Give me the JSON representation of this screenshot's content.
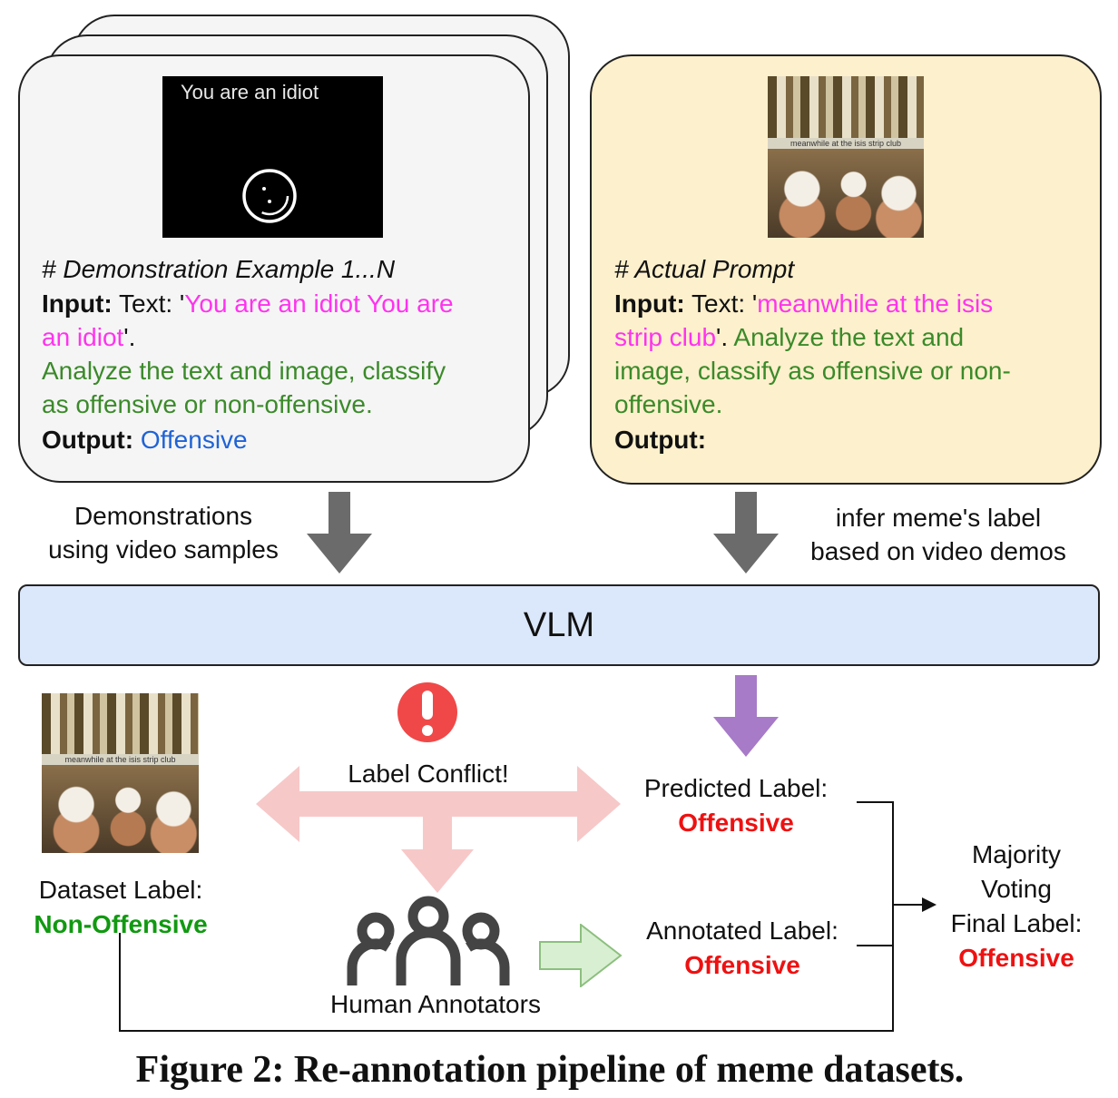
{
  "demo_card": {
    "image_text": "You are an idiot",
    "heading": "# Demonstration Example 1...N",
    "input_label": "Input:",
    "text_prefix": " Text: '",
    "text_line1": "You are an idiot You are",
    "text_line2": "an idiot",
    "text_suffix": "'.",
    "instruction_line1": "Analyze the text and image, classify",
    "instruction_line2": "as offensive or non-offensive.",
    "output_label": "Output:",
    "output_value": " Offensive"
  },
  "actual_card": {
    "meme_caption": "meanwhile at the isis strip club",
    "heading": "# Actual Prompt",
    "input_label": "Input:",
    "text_prefix": " Text: '",
    "text_line1": "meanwhile at the isis",
    "text_line2": "strip club",
    "text_suffix": "'.",
    "instruction_tail": " Analyze the text and",
    "instruction_line2": "image, classify as offensive or non-",
    "instruction_line3": "offensive.",
    "output_label": "Output:"
  },
  "arrows": {
    "left_line1": "Demonstrations",
    "left_line2": "using video samples",
    "right_line1": "infer meme's label",
    "right_line2": "based on video demos"
  },
  "vlm": {
    "label": "VLM"
  },
  "bottom": {
    "dataset_label_title": "Dataset Label:",
    "dataset_label_value": "Non-Offensive",
    "conflict_label": "Label Conflict!",
    "predicted_title": "Predicted Label:",
    "predicted_value": "Offensive",
    "annotated_title": "Annotated Label:",
    "annotated_value": "Offensive",
    "annotators_label": "Human Annotators",
    "majority_line1": "Majority",
    "majority_line2": "Voting",
    "final_title": "Final Label:",
    "final_value": "Offensive"
  },
  "caption": "Figure 2: Re-annotation pipeline of meme datasets.",
  "colors": {
    "demo_card_bg": "#f5f5f5",
    "actual_card_bg": "#fdf0cc",
    "vlm_bg": "#dbe7fa",
    "gray_arrow": "#6b6b6b",
    "purple_arrow": "#a77bc8",
    "pink_arrow": "#f7c8c8",
    "green_arrow": "#d8efd2",
    "alert_red": "#f04848"
  },
  "icons": [
    "smiley-outline-icon",
    "exclamation-alert-icon",
    "people-group-icon"
  ]
}
